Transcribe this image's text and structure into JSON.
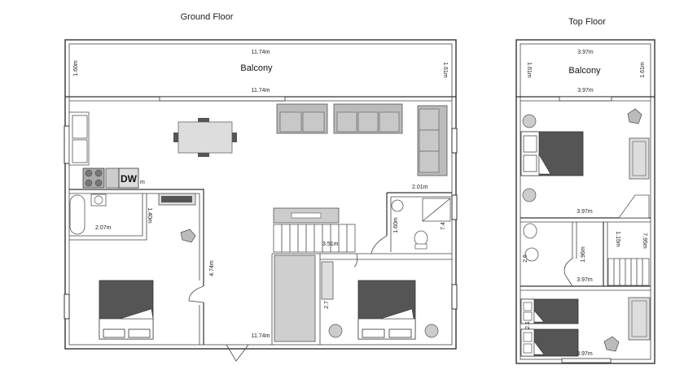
{
  "ground_floor": {
    "title": "Ground Floor",
    "balcony_label": "Balcony",
    "dims": {
      "balcony_top": "11.74m",
      "balcony_bottom": "11.74m",
      "balcony_left": "1.60m",
      "balcony_right": "1.61m",
      "living_right": "2.01m",
      "bath_left_width": "2.07m",
      "bath_left_height": "1.40m",
      "bedroom_left_height": "4.74m",
      "stairs_width": "3.51m",
      "wc_height": "1.60m",
      "wc_side": "7.4",
      "closet": "2.7",
      "bottom": "11.74m",
      "kitchen_m": "m"
    },
    "appliance_dw": "DW"
  },
  "top_floor": {
    "title": "Top Floor",
    "balcony_label": "Balcony",
    "dims": {
      "balcony_top": "3.97m",
      "balcony_bottom": "3.97m",
      "balcony_left": "1.61m",
      "balcony_right": "1.61m",
      "bedroom_bottom": "3.97m",
      "stairs_right": "7.95m",
      "landing_height": "1.15m",
      "hall_height": "1.96m",
      "hall_width": "3.97m",
      "bath_side": "2.6",
      "bedroom2_side": "2.1",
      "bottom": "3.97m"
    }
  },
  "colors": {
    "wall": "#333333",
    "furniture_fill": "#c8c8c8",
    "furniture_stroke": "#666666",
    "bed_dark": "#555555",
    "stairs_fill": "#cfcfcf"
  }
}
